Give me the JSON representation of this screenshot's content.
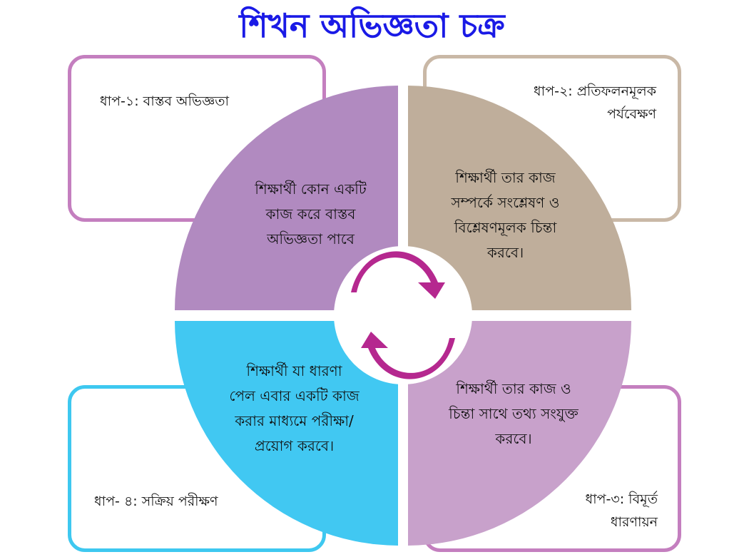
{
  "title": "শিখন অভিজ্ঞতা চক্র",
  "steps": {
    "step1": "ধাপ-১: বাস্তব অভিজ্ঞতা",
    "step2_line1": "ধাপ-২: প্রতিফলনমূলক",
    "step2_line2": "পর্যবেক্ষণ",
    "step3_line1": "ধাপ-৩: বিমূর্ত",
    "step3_line2": "ধারণায়ন",
    "step4": "ধাপ- ৪: সক্রিয় পরীক্ষণ"
  },
  "quadrants": {
    "q1": [
      "শিক্ষার্থী কোন একটি",
      "কাজ করে বাস্তব",
      "অভিজ্ঞতা পাবে"
    ],
    "q2": [
      "শিক্ষার্থী তার কাজ",
      "সম্পর্কে সংশ্লেষণ ও",
      "বিশ্লেষণমূলক চিন্তা",
      "করবে।"
    ],
    "q3": [
      "শিক্ষার্থী তার কাজ ও",
      "চিন্তা সাথে তথ্য সংযুক্ত",
      "করবে।"
    ],
    "q4": [
      "শিক্ষার্থী যা ধারণা",
      "পেল এবার একটি কাজ",
      "করার মাধ্যমে পরীক্ষা/",
      "প্রয়োগ করবে।"
    ]
  },
  "colors": {
    "q1": "#b18ac0",
    "q2": "#bfae9b",
    "q3": "#c8a1cb",
    "q4": "#41c8f2",
    "cycle_arrows": "#b5288f",
    "title": "#1a1ae6"
  },
  "icons": {
    "center": "cycle-arrows-icon"
  }
}
